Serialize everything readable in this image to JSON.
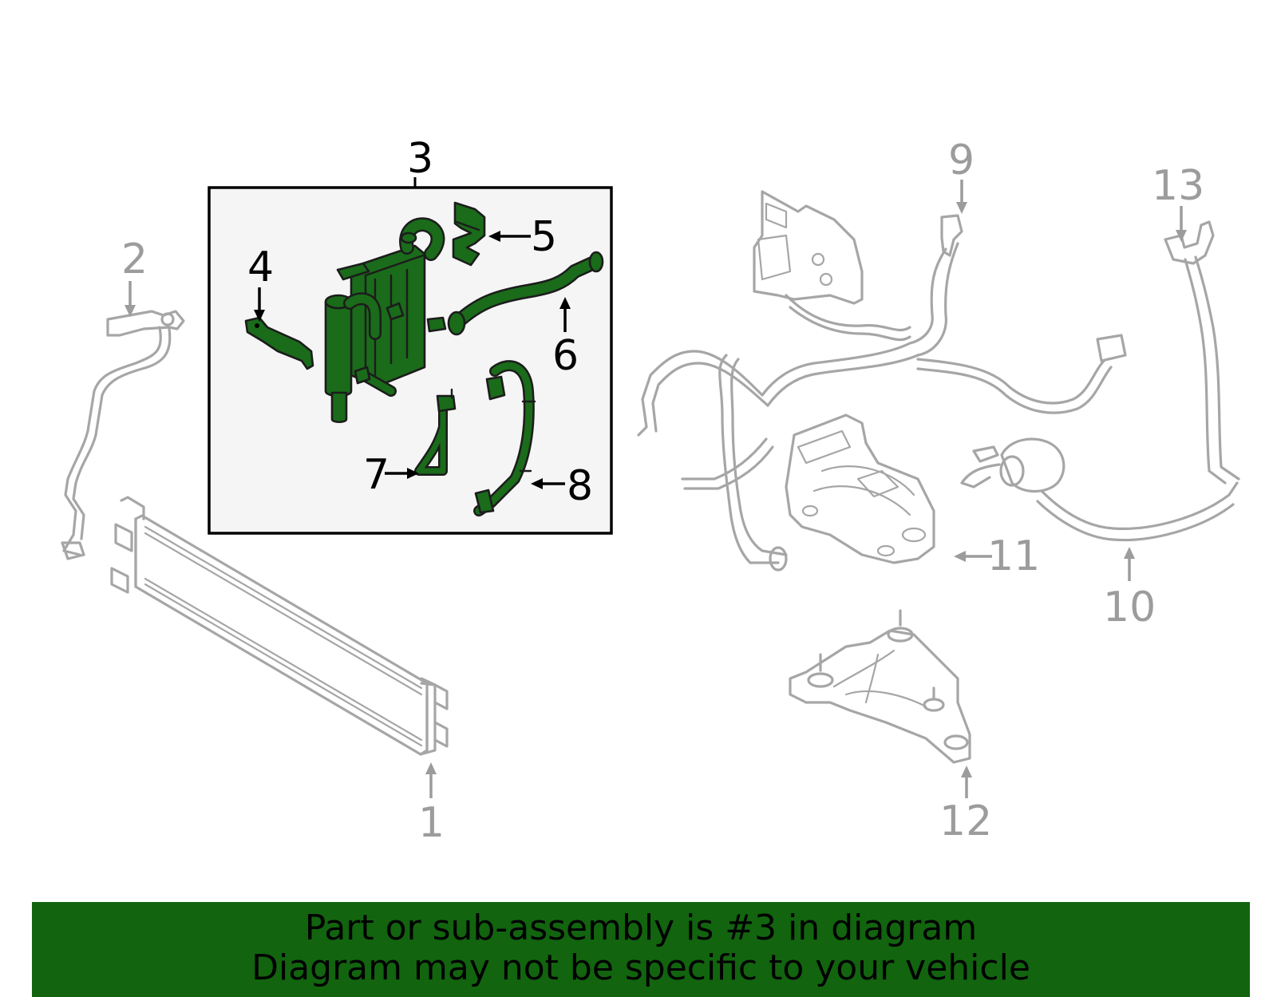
{
  "callouts": {
    "c1": "1",
    "c2": "2",
    "c3": "3",
    "c4": "4",
    "c5": "5",
    "c6": "6",
    "c7": "7",
    "c8": "8",
    "c9": "9",
    "c10": "10",
    "c11": "11",
    "c12": "12",
    "c13": "13"
  },
  "highlight_color": "#1a6b1a",
  "banner_color": "#12640f",
  "footer": {
    "line1": "Part or sub-assembly is #3 in diagram",
    "line2": "Diagram may not be specific to your vehicle"
  }
}
